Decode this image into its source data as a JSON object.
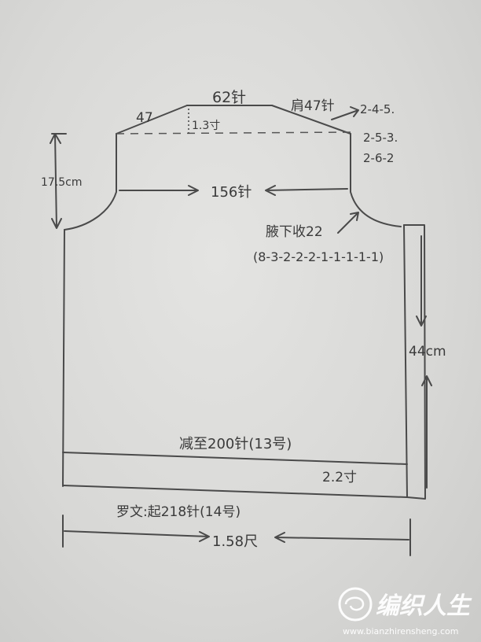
{
  "labels": {
    "top_stitches": "62针",
    "left_shoulder": "47",
    "neck_depth": "1.3寸",
    "right_shoulder": "肩47针",
    "shoulder_seq_1": "2-4-5.",
    "shoulder_seq_2": "2-5-3.",
    "shoulder_seq_3": "2-6-2",
    "armhole_height": "17.5cm",
    "chest_stitches": "156针",
    "underarm_decrease": "腋下收22",
    "underarm_seq": "(8-3-2-2-2-1-1-1-1-1)",
    "body_length": "44cm",
    "decrease_to": "减至200针(13号)",
    "rib_height": "2.2寸",
    "rib_start": "罗文:起218针(14号)",
    "width": "1.58尺"
  },
  "watermark": {
    "brand": "编织人生",
    "url": "www.bianzhirensheng.com"
  },
  "colors": {
    "pencil": "#3a3a3a",
    "paper": "#dcdcda"
  }
}
